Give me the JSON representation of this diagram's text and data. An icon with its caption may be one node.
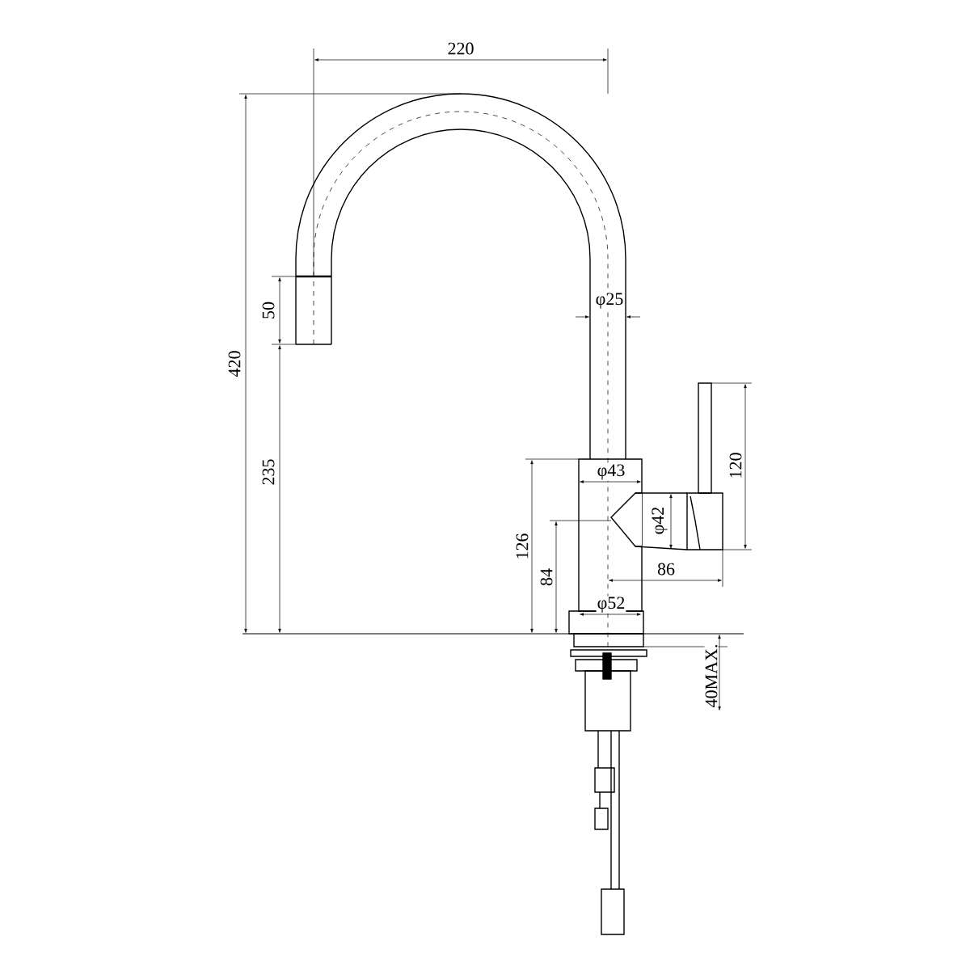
{
  "diagram": {
    "labels": [
      "220",
      "φ25",
      "50",
      "420",
      "120",
      "235",
      "φ43",
      "φ42",
      "126",
      "84",
      "86",
      "φ52",
      "40MAX."
    ]
  }
}
